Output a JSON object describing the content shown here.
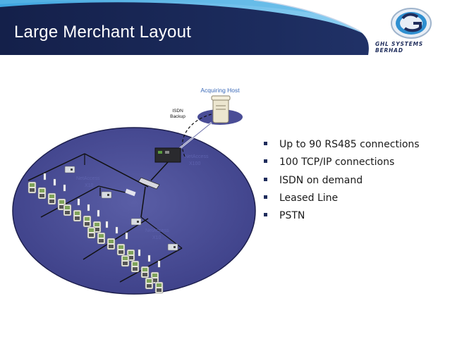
{
  "slide": {
    "title": "Large Merchant Layout"
  },
  "logo": {
    "text": "GHL SYSTEMS BERHAD",
    "accent": "#2f8fd0",
    "dark": "#1f2d5c"
  },
  "diagram": {
    "acquiring_host_label": "Acquiring Host",
    "isdn_label_line1": "ISDN",
    "isdn_label_line2": "Backup",
    "netaccess_left_line1": "NetAccess",
    "netaccess_left_line2": "X10",
    "netaccess_right_line1": "NetAccess",
    "netaccess_right_line2": "X10",
    "router_line1": "NetAccess",
    "router_line2": "X100",
    "ellipse_color": "#4a4d96"
  },
  "bullets": [
    {
      "text": "Up to 90 RS485 connections"
    },
    {
      "text": "100 TCP/IP connections"
    },
    {
      "text": "ISDN on demand"
    },
    {
      "text": "Leased Line"
    },
    {
      "text": "PSTN"
    }
  ]
}
